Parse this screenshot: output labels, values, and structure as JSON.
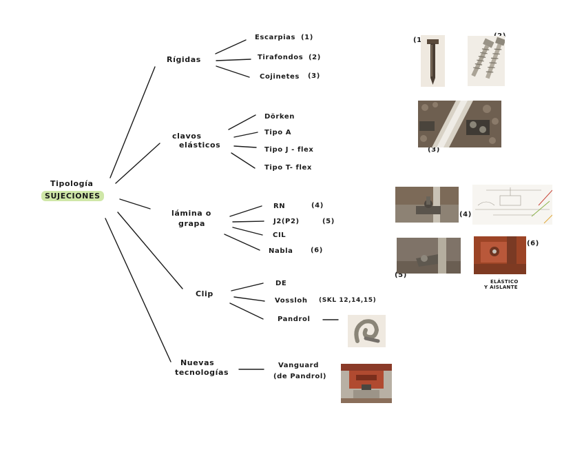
{
  "root": {
    "line1": "Tipología",
    "line2": "SUJECIONES",
    "highlight_color": "#cfe7a8"
  },
  "branches": {
    "rigidas": {
      "label": "Rígidas",
      "items": [
        {
          "name": "Escarpias",
          "ref": "(1)"
        },
        {
          "name": "Tirafondos",
          "ref": "(2)"
        },
        {
          "name": "Cojinetes",
          "ref": "(3)"
        }
      ]
    },
    "clavos": {
      "label_line1": "clavos",
      "label_line2": "elásticos",
      "items": [
        {
          "name": "Dörken"
        },
        {
          "name": "Tipo A"
        },
        {
          "name": "Tipo J - flex"
        },
        {
          "name": "Tipo T- flex"
        }
      ]
    },
    "lamina": {
      "label_line1": "lámina o",
      "label_line2": "grapa",
      "items": [
        {
          "name": "RN",
          "ref": "(4)"
        },
        {
          "name": "J2(P2)",
          "ref": "(5)"
        },
        {
          "name": "CIL"
        },
        {
          "name": "Nabla",
          "ref": "(6)"
        }
      ]
    },
    "clip": {
      "label": "Clip",
      "items": [
        {
          "name": "DE"
        },
        {
          "name": "Vossloh",
          "note": "(SKL 12,14,15)"
        },
        {
          "name": "Pandrol"
        }
      ]
    },
    "nuevas": {
      "label_line1": "Nuevas",
      "label_line2": "tecnologías",
      "item_line1": "Vanguard",
      "item_line2": "(de Pandrol)"
    }
  },
  "photo_refs": {
    "p1": "(1)",
    "p2": "(2)",
    "p3": "(3)",
    "p4": "(4)",
    "p5": "(5)",
    "p6": "(6)"
  },
  "captions": {
    "elastico_line1": "ELÁSTICO",
    "elastico_line2": "Y AISLANTE"
  },
  "colors": {
    "ink": "#1a1a1a",
    "rust": "#a84a2a",
    "metal": "#8a8578",
    "gravel": "#6e5a48"
  }
}
